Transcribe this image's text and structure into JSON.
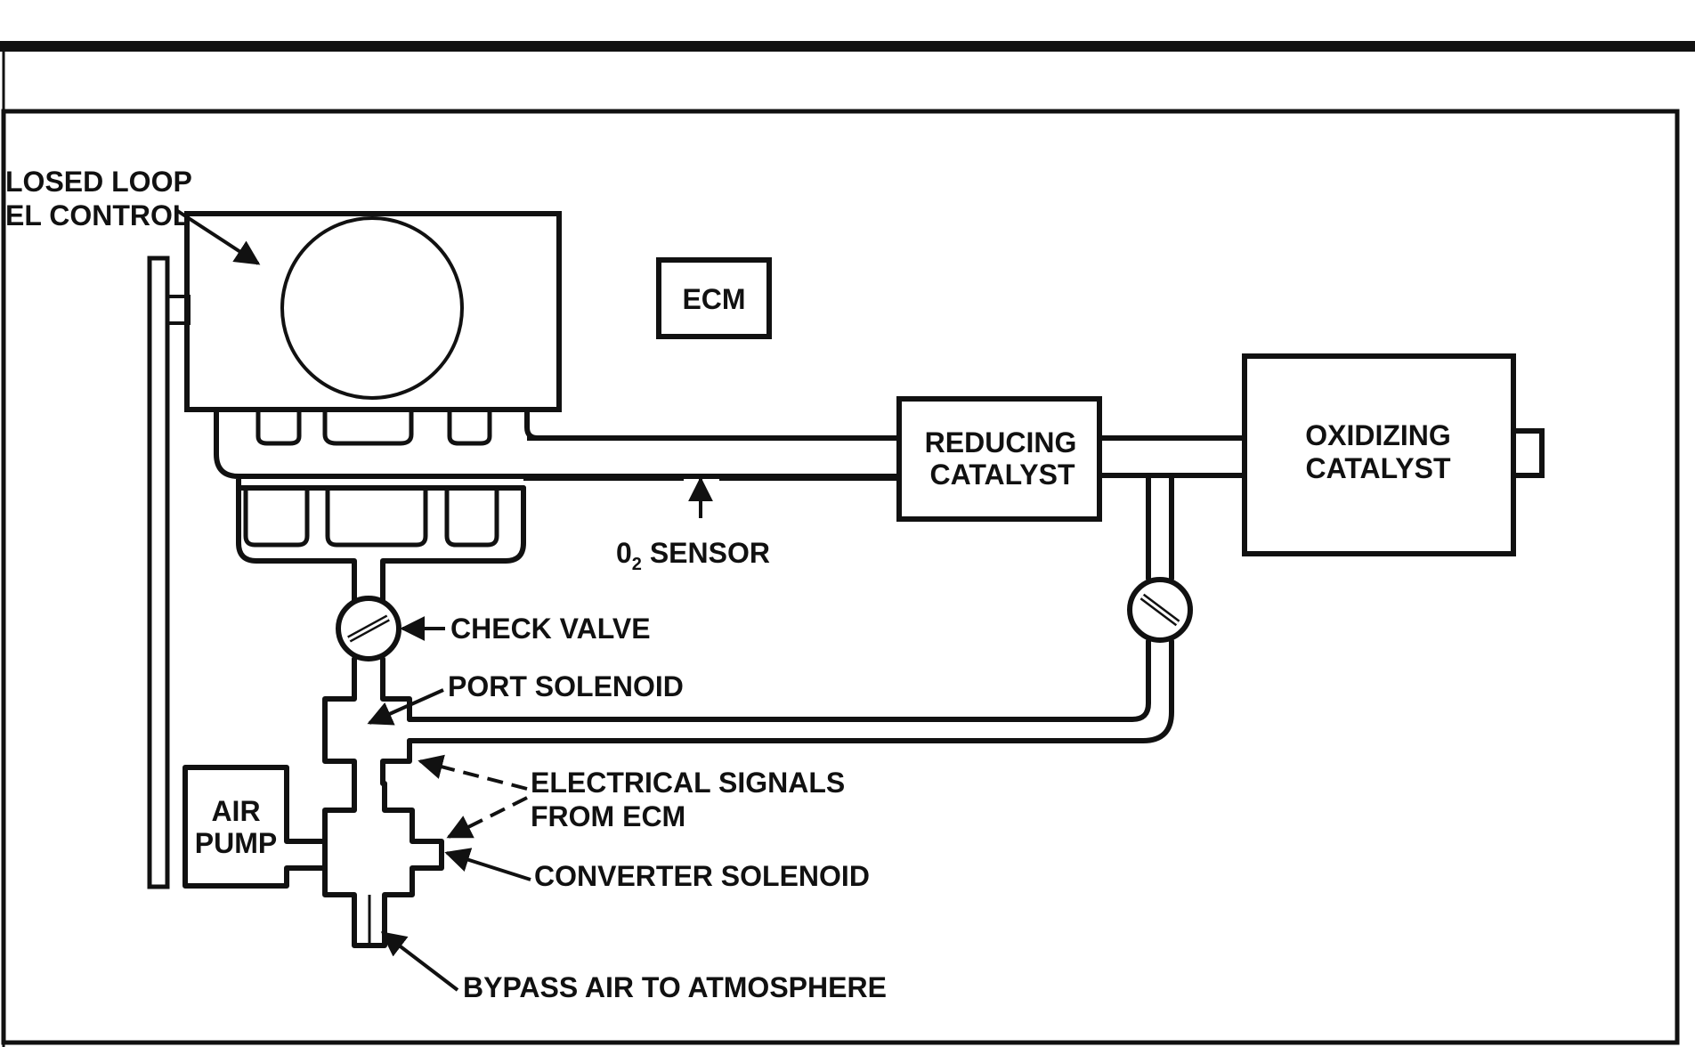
{
  "diagram": {
    "labels": {
      "closed_loop_line1": "LOSED LOOP",
      "closed_loop_line2": "EL CONTROL",
      "ecm": "ECM",
      "reducing_line1": "REDUCING",
      "reducing_line2": "CATALYST",
      "oxidizing_line1": "OXIDIZING",
      "oxidizing_line2": "CATALYST",
      "o2_sensor_prefix": "0",
      "o2_sensor_sub": "2",
      "o2_sensor_suffix": " SENSOR",
      "check_valve": "CHECK VALVE",
      "port_solenoid": "PORT SOLENOID",
      "electrical_line1": "ELECTRICAL SIGNALS",
      "electrical_line2": "FROM ECM",
      "air_line1": "AIR",
      "air_line2": "PUMP",
      "converter_solenoid": "CONVERTER SOLENOID",
      "bypass": "BYPASS AIR TO ATMOSPHERE"
    }
  }
}
